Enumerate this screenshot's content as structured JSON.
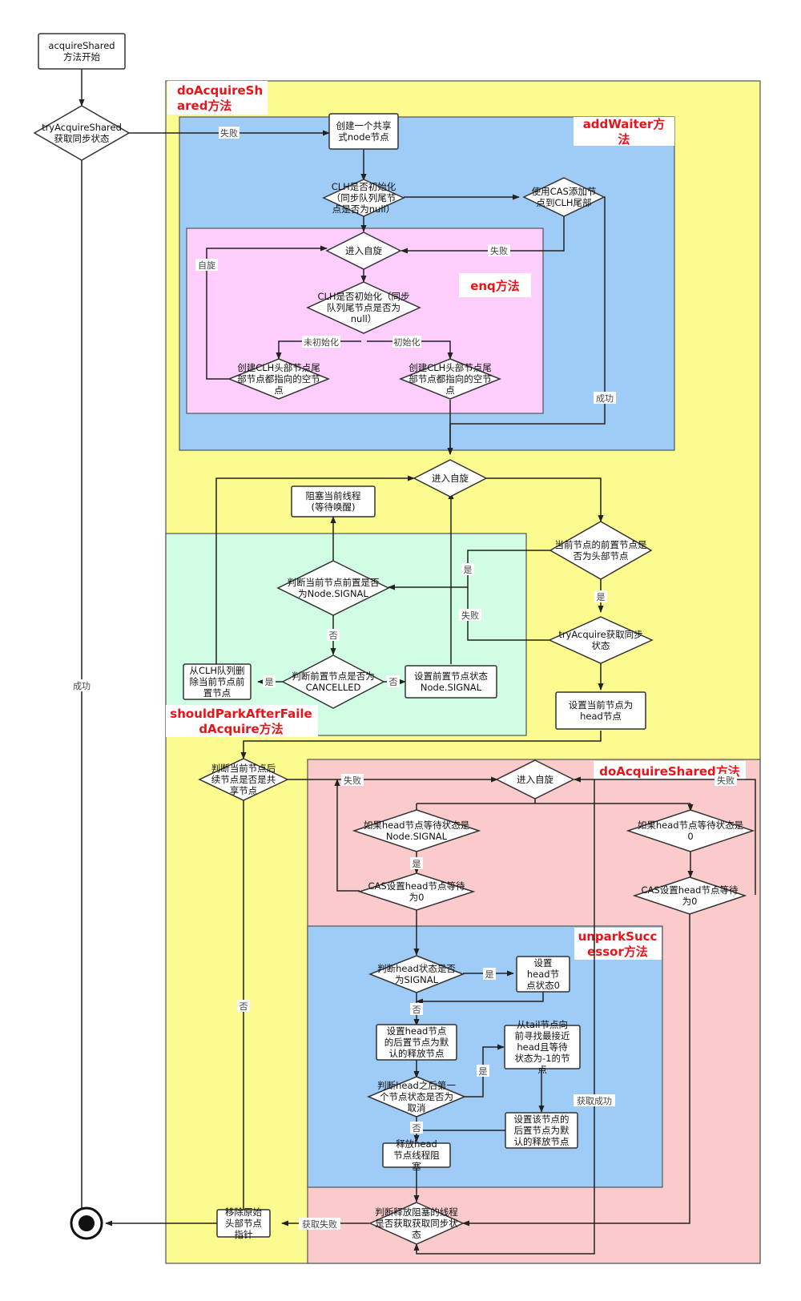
{
  "regions": {
    "do_acquire_shared": {
      "title": [
        "doAcquireSh",
        "ared方法"
      ],
      "color": "#fbfb8f"
    },
    "add_waiter": {
      "title": [
        "addWaiter方",
        "法"
      ],
      "color": "#9fcbf7"
    },
    "enq": {
      "title": [
        "enq方法"
      ],
      "color": "#fdcdfc"
    },
    "should_park": {
      "title": [
        "shouldParkAfterFaile",
        "dAcquire方法"
      ],
      "color": "#d2fde5"
    },
    "release_shared": {
      "title": [
        "doAcquireShared方法"
      ],
      "color": "#fbcbcb"
    },
    "unpark_successor": {
      "title": [
        "unparkSucc",
        "essor方法"
      ],
      "color": "#9fcbf7"
    }
  },
  "nodes": {
    "start": [
      "acquireShared",
      "方法开始"
    ],
    "try_acquire_shared": [
      "tryAcquireShared",
      "获取同步状态"
    ],
    "create_node": [
      "创建一个共享",
      "式node节点"
    ],
    "clh_inited_1": [
      "CLH是否初始化",
      "（同步队列尾节",
      "点是否为null）"
    ],
    "cas_add_tail": [
      "使用CAS添加节",
      "点到CLH尾部"
    ],
    "spin_enq": [
      "进入自旋"
    ],
    "clh_inited_2": [
      "CLH是否初始化（同步",
      "队列尾节点是否为",
      "null）"
    ],
    "create_head_left": [
      "创建CLH头部节点尾",
      "部节点都指向的空节",
      "点"
    ],
    "create_head_right": [
      "创建CLH头部节点尾",
      "部节点都指向的空节",
      "点"
    ],
    "spin_acquire": [
      "进入自旋"
    ],
    "block_thread": [
      "阻塞当前线程",
      "(等待唤醒)"
    ],
    "prev_is_head": [
      "当前节点的前置节点是",
      "否为头部节点"
    ],
    "check_signal": [
      "判断当前节点前置是否",
      "为Node.SIGNAL"
    ],
    "try_acquire": [
      "tryAcquire获取同步",
      "状态"
    ],
    "remove_prev": [
      "从CLH队列删",
      "除当前节点前",
      "置节点"
    ],
    "check_cancelled": [
      "判断前置节点是否为",
      "CANCELLED"
    ],
    "set_signal": [
      "设置前置节点状态",
      "Node.SIGNAL"
    ],
    "set_head": [
      "设置当前节点为",
      "head节点"
    ],
    "check_shared": [
      "判断当前节点后",
      "续节点是否是共",
      "享节点"
    ],
    "spin_release": [
      "进入自旋"
    ],
    "head_signal": [
      "如果head节点等待状态是",
      "Node.SIGNAL"
    ],
    "head_zero": [
      "如果head节点等待状态是",
      "0"
    ],
    "cas_head_0": [
      "CAS设置head节点等待",
      "为0"
    ],
    "cas_head_propagate": [
      "CAS设置head节点等待",
      "为0"
    ],
    "head_status_signal": [
      "判断head状态是否",
      "为SIGNAL"
    ],
    "set_head_0": [
      "设置",
      "head节",
      "点状态0"
    ],
    "set_default_release": [
      "设置head节点",
      "的后置节点为默",
      "认的释放节点"
    ],
    "find_from_tail": [
      "从tail节点向",
      "前寻找最接近",
      "head且等待",
      "状态为-1的节",
      "点"
    ],
    "check_next_cancelled": [
      "判断head之后第一",
      "个节点状态是否为",
      "取消"
    ],
    "set_found_release": [
      "设置该节点的",
      "后置节点为默",
      "认的释放节点"
    ],
    "release_block": [
      "释放head",
      "节点线程阻",
      "塞"
    ],
    "check_released": [
      "判断释放阻塞的线程",
      "是否获取获取同步状",
      "态"
    ],
    "remove_head": [
      "移除原始",
      "头部节点",
      "指针"
    ]
  },
  "labels": {
    "fail": "失败",
    "success": "成功",
    "spin": "自旋",
    "not_inited": "未初始化",
    "inited": "初始化",
    "yes": "是",
    "no": "否",
    "acquire_success": "获取成功",
    "acquire_fail": "获取失败"
  }
}
